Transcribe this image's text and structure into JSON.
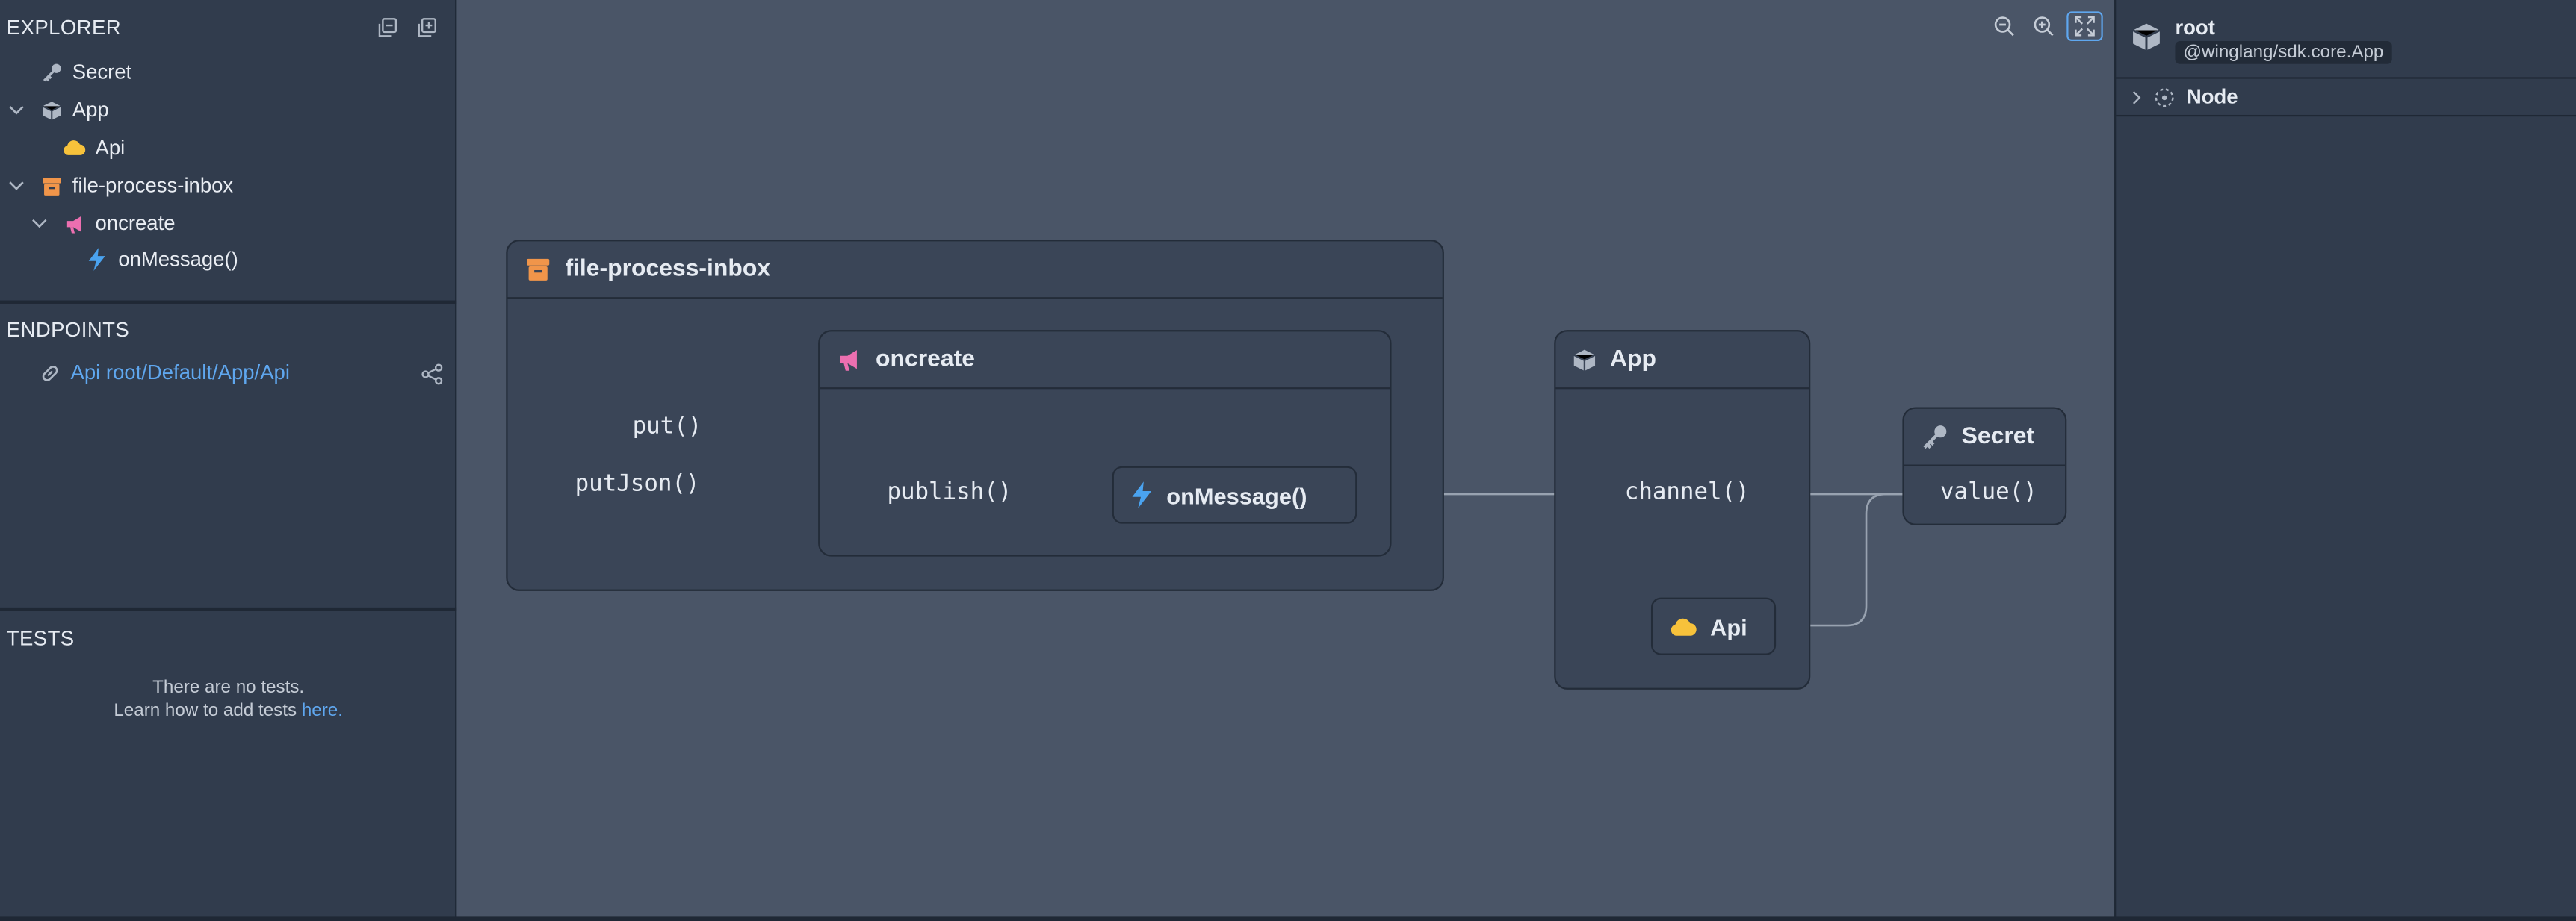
{
  "explorer": {
    "title": "EXPLORER",
    "items": [
      {
        "label": "Secret",
        "icon": "key-icon"
      },
      {
        "label": "App",
        "icon": "cube-icon"
      },
      {
        "label": "Api",
        "icon": "cloud-icon"
      },
      {
        "label": "file-process-inbox",
        "icon": "archive-icon"
      },
      {
        "label": "oncreate",
        "icon": "megaphone-icon"
      },
      {
        "label": "onMessage()",
        "icon": "bolt-icon"
      }
    ]
  },
  "endpoints": {
    "title": "ENDPOINTS",
    "link_label": "Api root/Default/App/Api"
  },
  "tests": {
    "title": "TESTS",
    "empty_line1": "There are no tests.",
    "empty_line2_prefix": "Learn how to add tests",
    "empty_link": "here."
  },
  "canvas": {
    "file_process_inbox": {
      "title": "file-process-inbox",
      "methods": [
        "put()",
        "putJson()"
      ]
    },
    "oncreate": {
      "title": "oncreate",
      "method": "publish()"
    },
    "on_message": {
      "label": "onMessage()"
    },
    "app": {
      "title": "App",
      "method": "channel()"
    },
    "api": {
      "label": "Api"
    },
    "secret": {
      "title": "Secret",
      "method": "value()"
    }
  },
  "inspector": {
    "title": "root",
    "type_badge": "@winglang/sdk.core.App",
    "section": "Node"
  },
  "colors": {
    "accent": "#5fa7ef",
    "archive": "#f0954a",
    "megaphone": "#ec6fb0",
    "cloud": "#f7c23b",
    "bolt": "#4aa3f0"
  }
}
